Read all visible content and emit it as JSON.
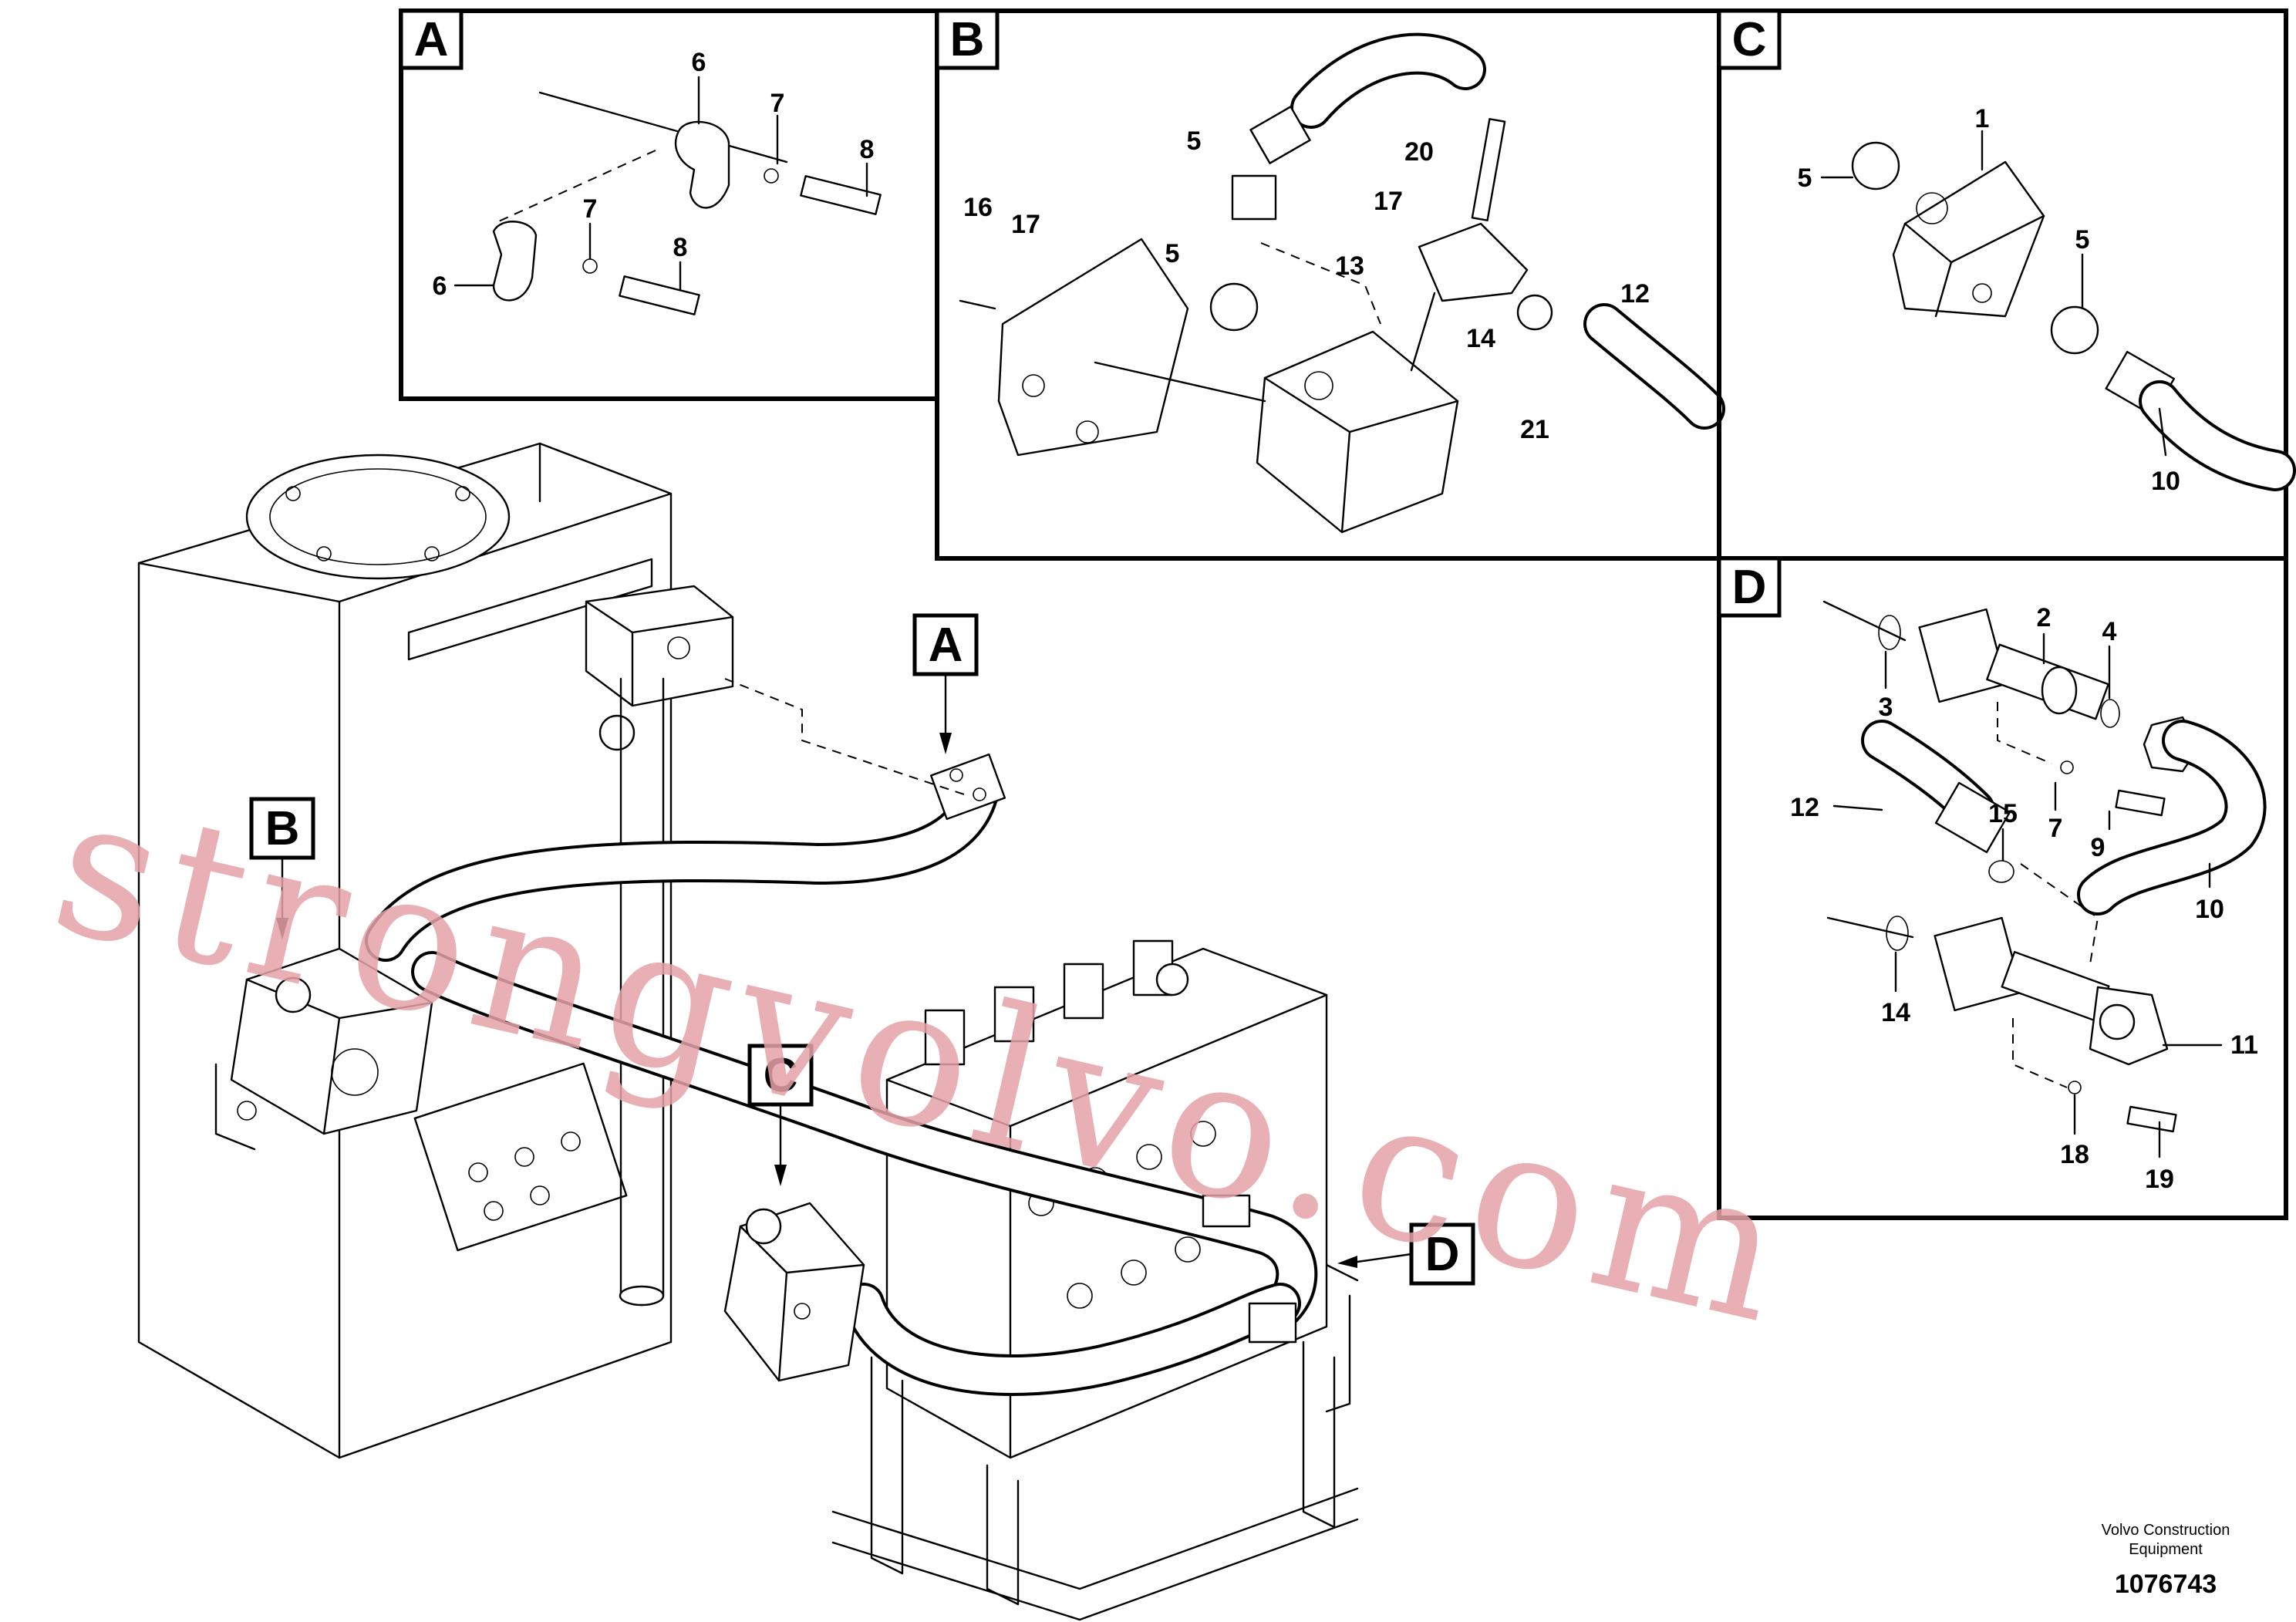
{
  "detail_tags": [
    "A",
    "B",
    "C",
    "D"
  ],
  "callouts_a": [
    "6",
    "7",
    "8",
    "7",
    "8",
    "6"
  ],
  "callouts_b": [
    "5",
    "16",
    "17",
    "5",
    "20",
    "17",
    "13",
    "14",
    "12",
    "21"
  ],
  "callouts_c": [
    "1",
    "5",
    "5",
    "10"
  ],
  "callouts_d": [
    "2",
    "4",
    "3",
    "7",
    "9",
    "12",
    "15",
    "10",
    "14",
    "11",
    "18",
    "19"
  ],
  "main_tags": [
    "A",
    "B",
    "C",
    "D"
  ],
  "watermark": "strongvolvo.com",
  "caption": {
    "line1": "Volvo Construction",
    "line2": "Equipment",
    "number": "1076743"
  }
}
